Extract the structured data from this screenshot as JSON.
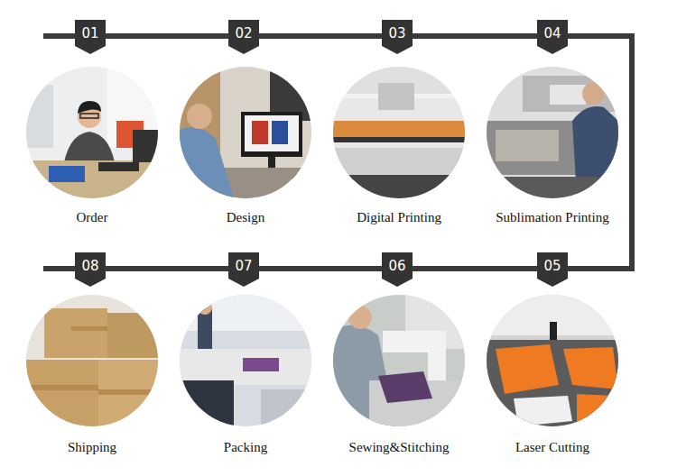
{
  "diagram": {
    "nodes": [
      {
        "text": [
          "01"
        ]
      },
      {
        "text": [
          "Order"
        ]
      },
      {
        "text": [
          "02"
        ]
      },
      {
        "text": [
          "Design"
        ]
      },
      {
        "text": [
          "03"
        ]
      },
      {
        "text": [
          "Digital Printing"
        ]
      },
      {
        "text": [
          "04"
        ]
      },
      {
        "text": [
          "Sublimation Printing"
        ]
      },
      {
        "text": [
          "05"
        ]
      },
      {
        "text": [
          "Laser Cutting"
        ]
      },
      {
        "text": [
          "06"
        ]
      },
      {
        "text": [
          "Sewing&Stitching"
        ]
      },
      {
        "text": [
          "07"
        ]
      },
      {
        "text": [
          "Packing"
        ]
      },
      {
        "text": [
          "08"
        ]
      },
      {
        "text": [
          "Shipping"
        ]
      }
    ],
    "edges": [
      {
        "from": 0,
        "to": 2,
        "arrow": "none"
      },
      {
        "from": 2,
        "to": 4,
        "arrow": "none"
      },
      {
        "from": 4,
        "to": 6,
        "arrow": "none"
      },
      {
        "from": 6,
        "to": 8,
        "arrow": "none"
      },
      {
        "from": 8,
        "to": 10,
        "arrow": "none"
      },
      {
        "from": 10,
        "to": 12,
        "arrow": "none"
      },
      {
        "from": 12,
        "to": 14,
        "arrow": "none"
      }
    ]
  }
}
